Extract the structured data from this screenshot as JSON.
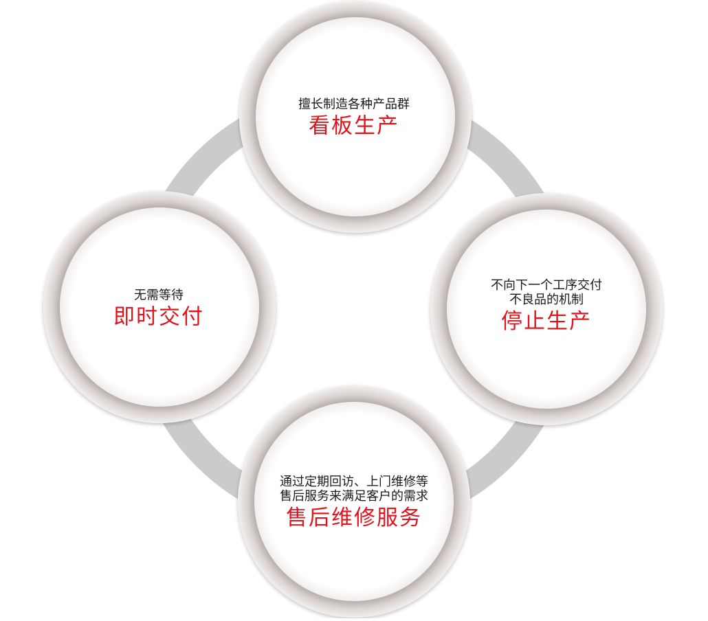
{
  "colors": {
    "title_red": "#e1141e",
    "subtitle_text": "#1a1a1a",
    "connector_ring": "#cbcbcb",
    "ring_light": "#f2efee",
    "ring_dark": "#b7b0ad",
    "inner_fill": "#ffffff"
  },
  "nodes": [
    {
      "id": "top",
      "subtitle_lines": [
        "擅长制造各种产品群"
      ],
      "title": "看板生产"
    },
    {
      "id": "right",
      "subtitle_lines": [
        "不向下一个工序交付",
        "不良品的机制"
      ],
      "title": "停止生产"
    },
    {
      "id": "bottom",
      "subtitle_lines": [
        "通过定期回访、上门维修等",
        "售后服务来满足客户的需求"
      ],
      "title": "售后维修服务"
    },
    {
      "id": "left",
      "subtitle_lines": [
        "无需等待"
      ],
      "title": "即时交付"
    }
  ]
}
